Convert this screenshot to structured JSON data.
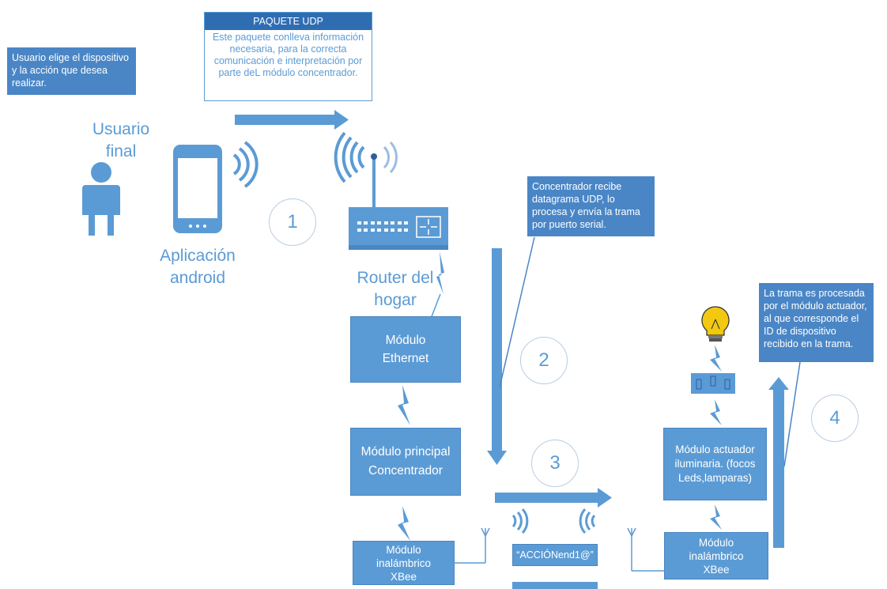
{
  "udp_packet": {
    "title": "PAQUETE UDP",
    "body": "Este paquete conlleva información necesaria, para la correcta comunicación e interpretación por parte deL módulo concentrador."
  },
  "callouts": {
    "user": "Usuario elige el dispositivo y la acción que desea realizar.",
    "concentrator": "Concentrador recibe datagrama UDP, lo procesa y envía la trama por puerto serial.",
    "actuator": "La trama es procesada por el módulo actuador, al que corresponde el ID de dispositivo recibido en la trama."
  },
  "labels": {
    "user": "Usuario final",
    "app": "Aplicación android",
    "router": "Router del hogar"
  },
  "modules": {
    "ethernet": "Módulo Ethernet",
    "principal": "Módulo principal Concentrador",
    "xbee_left": "Módulo inalámbrico XBee",
    "actuator": "Módulo actuador iluminaria. (focos Leds,lamparas)",
    "xbee_right": "Módulo inalámbrico XBee"
  },
  "frame_text": "“ACCIÓNend1@”",
  "steps": [
    "1",
    "2",
    "3",
    "4"
  ],
  "colors": {
    "primary": "#5b9bd5",
    "callout": "#4a86c6",
    "bulb": "#f2c811"
  },
  "icons": [
    "person-icon",
    "smartphone-icon",
    "wifi-signal-icon",
    "router-icon",
    "antenna-icon",
    "lightning-icon",
    "lightbulb-icon",
    "socket-icon"
  ]
}
